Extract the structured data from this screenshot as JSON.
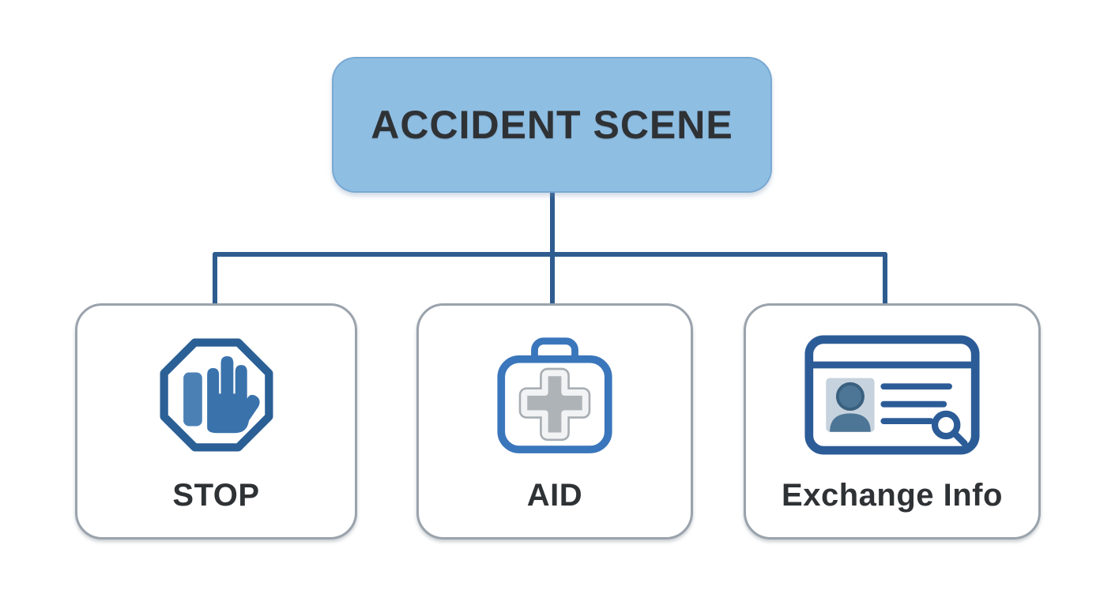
{
  "diagram": {
    "title": "ACCIDENT SCENE",
    "nodes": [
      {
        "id": "stop",
        "label": "STOP",
        "icon": "stop-hand-octagon-icon"
      },
      {
        "id": "aid",
        "label": "AID",
        "icon": "first-aid-kit-icon"
      },
      {
        "id": "exchange-info",
        "label": "Exchange Info",
        "icon": "id-card-search-icon"
      }
    ],
    "colors": {
      "root_fill": "#8fbee3",
      "connector_line": "#2e5c8f",
      "card_border": "#9aa3ac",
      "icon_outline_blue": "#2b6096",
      "hand_fill": "#3a72ac",
      "aid_case_blue": "#3a76bb",
      "cross_fill": "#aeb3b8",
      "id_card_blue": "#2c5c97",
      "photo_fill": "#c6d2dd",
      "person_fill": "#4d7596",
      "label_text": "#2f3235"
    }
  }
}
